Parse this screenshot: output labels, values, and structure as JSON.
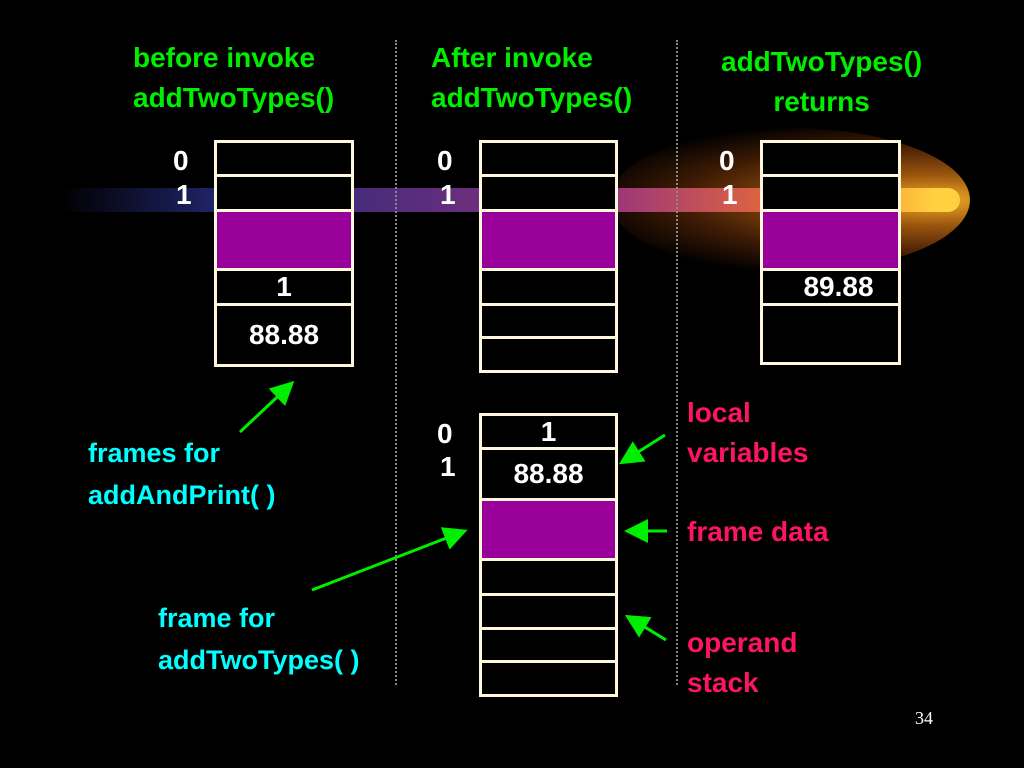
{
  "headers": {
    "col1": [
      "before invoke",
      "addTwoTypes()"
    ],
    "col2": [
      "After invoke",
      "addTwoTypes()"
    ],
    "col3": [
      "addTwoTypes()",
      "returns"
    ]
  },
  "indices": {
    "zero": "0",
    "one": "1"
  },
  "stack1": {
    "cell_a": "1",
    "cell_b": "88.88"
  },
  "stack3": {
    "cell_a": "89.88"
  },
  "frame": {
    "cell_a": "1",
    "cell_b": "88.88"
  },
  "labels": {
    "frames_add_and_print": [
      "frames for",
      "addAndPrint( )"
    ],
    "frame_add_two_types": [
      "frame for",
      "addTwoTypes( )"
    ],
    "local_variables": [
      "local",
      "variables"
    ],
    "frame_data": "frame data",
    "operand_stack": [
      "operand",
      "stack"
    ]
  },
  "colors": {
    "purple": "#990099",
    "arrow_green": "#00ee00",
    "cell_border": "#fff8dc"
  },
  "page_number": "34"
}
